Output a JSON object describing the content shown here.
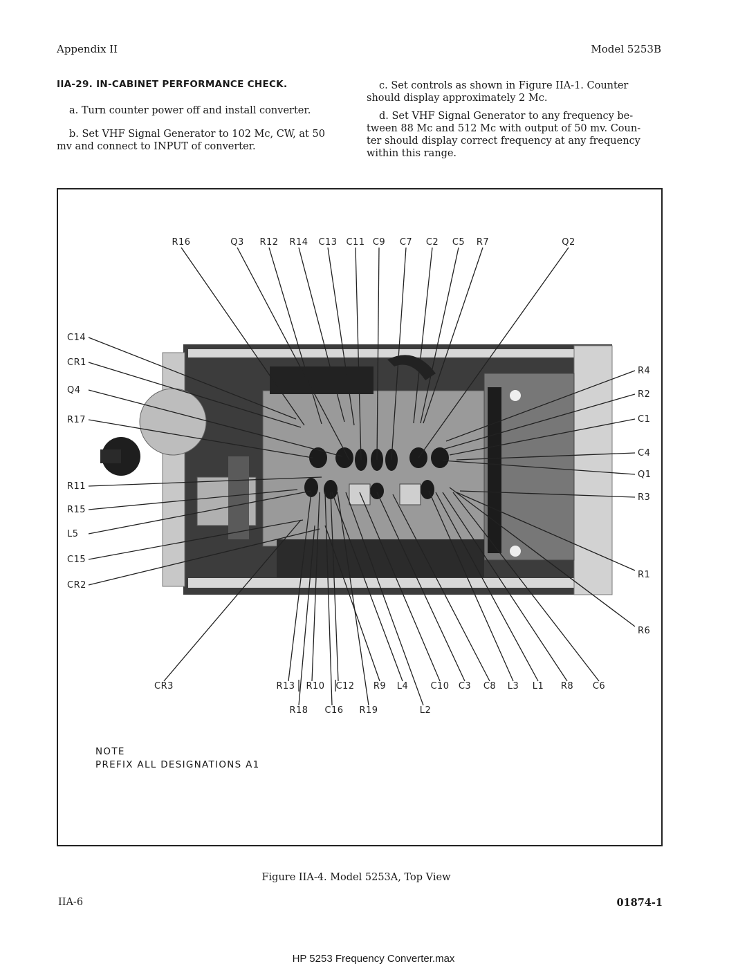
{
  "header": {
    "left": "Appendix II",
    "right": "Model 5253B"
  },
  "section": {
    "title": "IIA-29. IN-CABINET PERFORMANCE CHECK.",
    "left_column": [
      "a.  Turn counter power off and install converter.",
      "b.  Set VHF Signal Generator to 102 Mc, CW, at 50",
      "mv and connect to INPUT of converter."
    ],
    "right_column": [
      "c.  Set controls as shown in Figure IIA-1.  Counter",
      "should display approximately 2 Mc.",
      "d.  Set VHF Signal Generator to any frequency be-",
      "tween 88 Mc and 512 Mc with output of 50 mv.  Coun-",
      "ter should display correct frequency at any frequency",
      "within this range."
    ]
  },
  "figure": {
    "top_labels": [
      "R16",
      "Q3",
      "R12",
      "R14",
      "C13",
      "C11",
      "C9",
      "C7",
      "C2",
      "C5",
      "R7",
      "Q2"
    ],
    "left_labels": [
      "C14",
      "CR1",
      "Q4",
      "R17",
      "R11",
      "R15",
      "L5",
      "C15",
      "CR2"
    ],
    "right_labels": [
      "R4",
      "R2",
      "C1",
      "C4",
      "Q1",
      "R3",
      "R1",
      "R6"
    ],
    "bottom_labels_row1": [
      "CR3",
      "R13",
      "R10",
      "C12",
      "R9",
      "L4",
      "C10",
      "C3",
      "C8",
      "L3",
      "L1",
      "R8",
      "C6"
    ],
    "bottom_labels_row2": [
      "R18",
      "C16",
      "R19",
      "L2"
    ],
    "note_title": "NOTE",
    "note_text": "PREFIX ALL DESIGNATIONS A1",
    "caption": "Figure IIA-4.  Model 5253A,  Top View"
  },
  "footer": {
    "page": "IIA-6",
    "doc_number": "01874-1",
    "source": "HP 5253 Frequency Converter.max"
  }
}
